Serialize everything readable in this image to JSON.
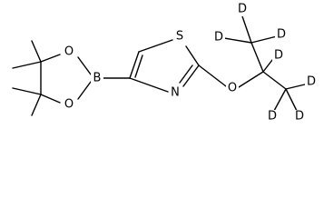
{
  "atoms": {
    "boron": "B",
    "ring_oxygen_top": "O",
    "ring_oxygen_bottom": "O",
    "sulfur": "S",
    "nitrogen": "N",
    "ether_oxygen": "O",
    "deuterium_1": "D",
    "deuterium_2": "D",
    "deuterium_3": "D",
    "deuterium_4": "D",
    "deuterium_5": "D",
    "deuterium_6": "D",
    "deuterium_7": "D"
  },
  "colors": {
    "ink": "#000000",
    "background": "#ffffff"
  }
}
